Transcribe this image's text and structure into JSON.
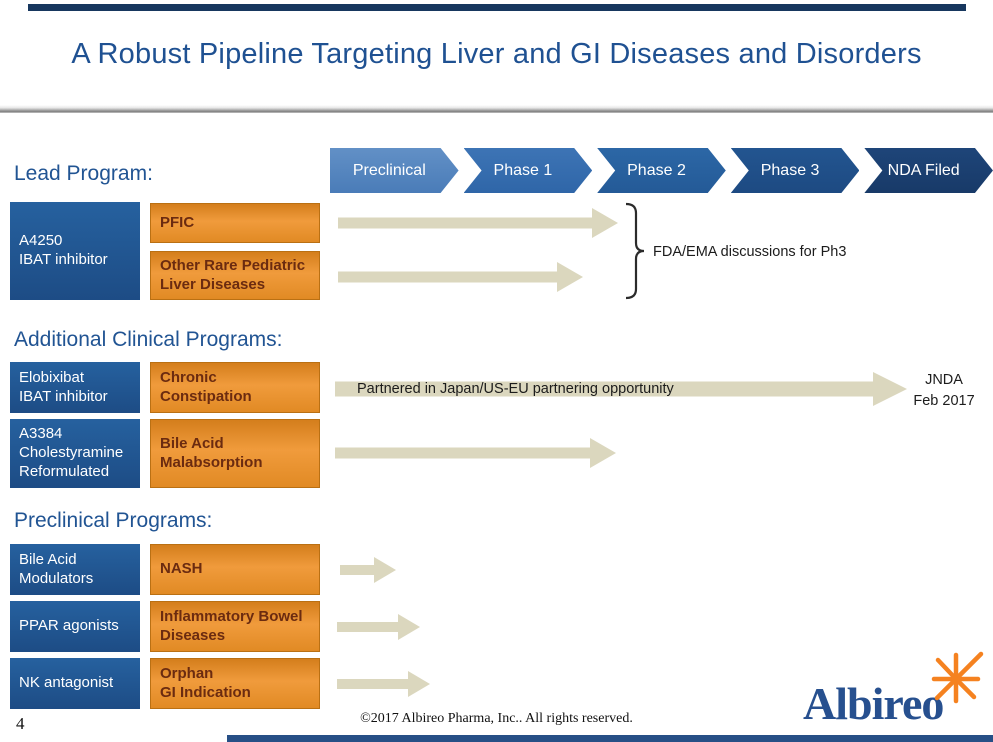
{
  "slide": {
    "title": "A Robust Pipeline Targeting Liver and GI Diseases and Disorders",
    "page_number": "4",
    "footer": "©2017 Albireo Pharma, Inc..  All rights reserved.",
    "logo_text": "Albireo"
  },
  "phases": [
    "Preclinical",
    "Phase 1",
    "Phase 2",
    "Phase 3",
    "NDA Filed"
  ],
  "sections": [
    {
      "heading": "Lead Program:",
      "rows": [
        {
          "program": "A4250\nIBAT inhibitor",
          "indications": [
            "PFIC",
            "Other Rare Pediatric\nLiver Diseases"
          ]
        }
      ],
      "annotation": "FDA/EMA discussions for Ph3"
    },
    {
      "heading": "Additional Clinical Programs:",
      "rows": [
        {
          "program": "Elobixibat\nIBAT inhibitor",
          "indication": "Chronic\nConstipation",
          "arrow_label": "Partnered in Japan/US-EU partnering opportunity",
          "milestone": "JNDA\nFeb 2017"
        },
        {
          "program": "A3384\nCholestyramine\nReformulated",
          "indication": "Bile Acid\nMalabsorption"
        }
      ]
    },
    {
      "heading": "Preclinical Programs:",
      "rows": [
        {
          "program": "Bile Acid\nModulators",
          "indication": "NASH"
        },
        {
          "program": "PPAR agonists",
          "indication": "Inflammatory Bowel\nDiseases"
        },
        {
          "program": "NK antagonist",
          "indication": "Orphan\nGI Indication"
        }
      ]
    }
  ],
  "colors": {
    "accent_navy_bar": "#17375E",
    "program_box_blue": "#1F5492",
    "indication_box_orange": "#E8912D",
    "indication_text_brown": "#6B2B10",
    "title_blue": "#1F5192",
    "arrow_beige": "#DBD7BE",
    "logo_navy": "#27508F",
    "logo_star_orange": "#F58220",
    "phase_colors": [
      "#5081BD",
      "#366EB1",
      "#27619E",
      "#1F4E8A",
      "#1A3C6E"
    ]
  }
}
